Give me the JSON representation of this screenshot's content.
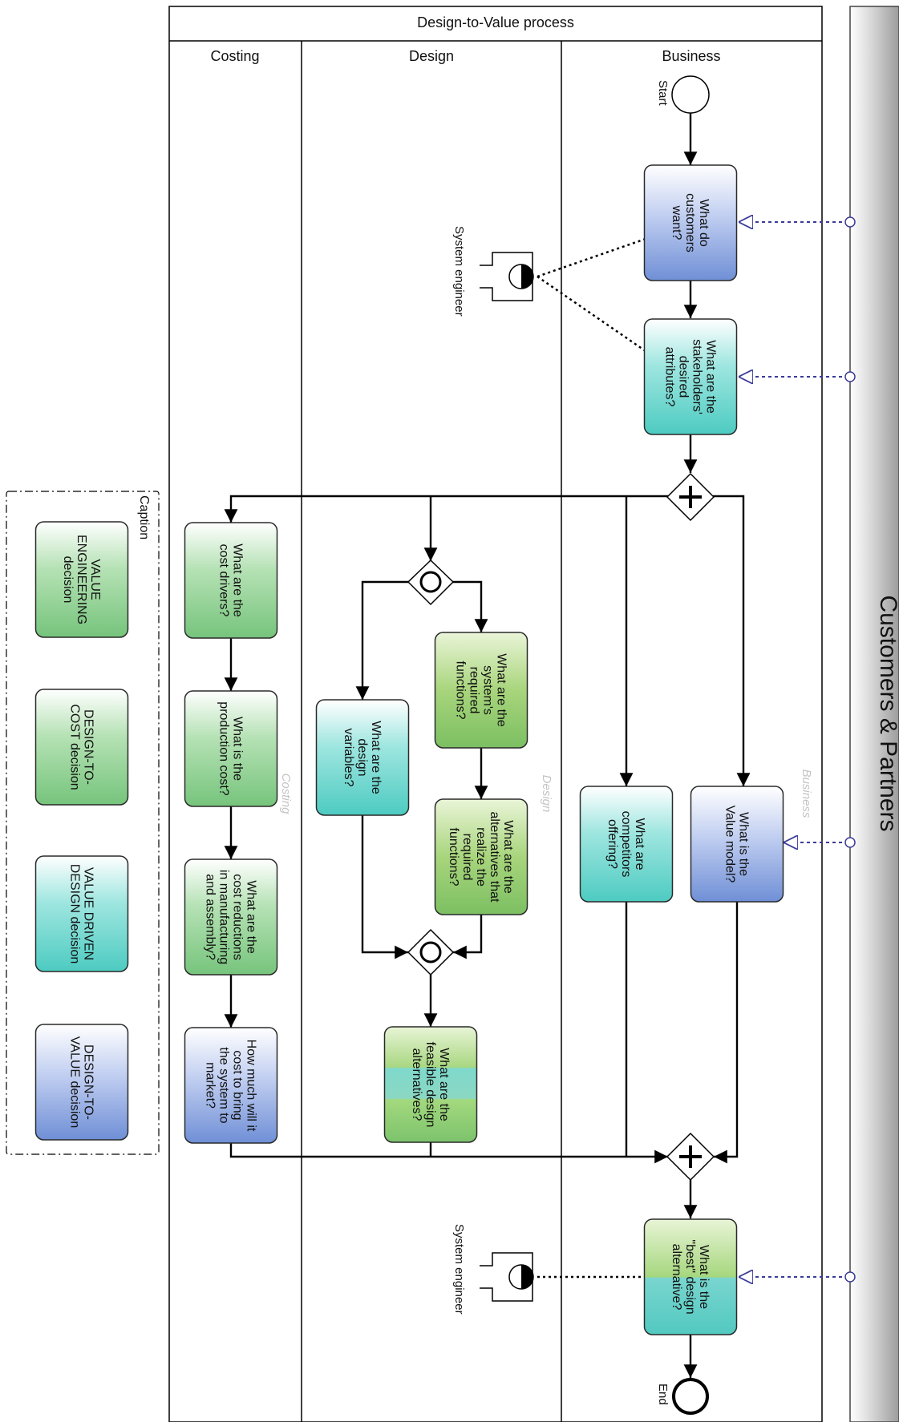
{
  "process": {
    "title": "Design-to-Value process",
    "lanes": {
      "costing": "Costing",
      "design": "Design",
      "business": "Business"
    },
    "lane_watermarks": {
      "costing": "Costing",
      "design": "Design",
      "business": "Business"
    }
  },
  "pool": {
    "title": "Customers & Partners"
  },
  "events": {
    "start": "Start",
    "end": "End"
  },
  "roles": {
    "engineer_top": "System engineer",
    "engineer_bottom": "System engineer"
  },
  "tasks": {
    "customers_want": [
      "What do",
      "customers",
      "want?"
    ],
    "stakeholders": [
      "What are the",
      "stakeholders'",
      "desired",
      "attributes?"
    ],
    "value_model": [
      "What is the",
      "Value model?"
    ],
    "competitors": [
      "What are",
      "competitors",
      "offering?"
    ],
    "required_functions": [
      "What are the",
      "system's",
      "required",
      "functions?"
    ],
    "realize_alternatives": [
      "What are the",
      "alternatives that",
      "realize the",
      "required",
      "functions?"
    ],
    "design_variables": [
      "What are the",
      "design",
      "variables?"
    ],
    "feasible_alternatives": [
      "What are the",
      "feasible design",
      "alternatives?"
    ],
    "cost_drivers": [
      "What are the",
      "cost drivers?"
    ],
    "production_cost": [
      "What is the",
      "production cost?"
    ],
    "cost_reductions": [
      "What are the",
      "cost reductions",
      "in manufacturing",
      "and assembly?"
    ],
    "cost_to_market": [
      "How much will it",
      "cost to bring",
      "the system to",
      "market?"
    ],
    "best_alternative": [
      "What is the",
      "\"best\" design",
      "alternative?"
    ]
  },
  "caption": {
    "title": "Caption",
    "items": [
      {
        "lines": [
          "VALUE",
          "ENGINEERING",
          "decision"
        ],
        "color_key": "green"
      },
      {
        "lines": [
          "DESIGN-TO-",
          "COST decision"
        ],
        "color_key": "green"
      },
      {
        "lines": [
          "VALUE DRIVEN",
          "DESIGN decision"
        ],
        "color_key": "teal"
      },
      {
        "lines": [
          "DESIGN-TO-",
          "VALUE decision"
        ],
        "color_key": "blue"
      }
    ]
  },
  "colors": {
    "blue": "#6f8fd6",
    "teal": "#54cfc7",
    "green": "#7fc985",
    "message_flow": "#3b3b9a",
    "pool_gray": "#b0b0b0"
  }
}
